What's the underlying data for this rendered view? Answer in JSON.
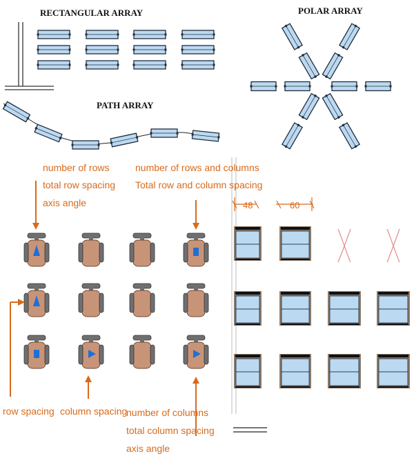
{
  "sections": {
    "rectangular": {
      "title": "RECTANGULAR ARRAY"
    },
    "polar": {
      "title": "POLAR ARRAY"
    },
    "path": {
      "title": "PATH ARRAY"
    }
  },
  "annotations": {
    "rows_block": [
      "number of rows",
      "total row spacing",
      "axis angle"
    ],
    "rows_cols_block": [
      "number of rows and columns",
      "Total row and column spacing"
    ],
    "row_spacing": "row spacing",
    "column_spacing": "column spacing",
    "columns_block": [
      "number of columns",
      "total column spacing",
      "axis angle"
    ]
  },
  "dimensions": {
    "first": "48",
    "second": "60"
  },
  "colors": {
    "annotation": "#d86a1a",
    "glass": "#bcd9f2",
    "chair_seat": "#c89478",
    "chair_grey": "#6f6f6f",
    "grip_blue": "#1f6fd6",
    "cabinet_frame": "#8a7a6a",
    "removed_mark": "#e58a8a"
  },
  "chair_markers": [
    [
      "triangle-up",
      "none",
      "none",
      "square"
    ],
    [
      "triangle-up",
      "none",
      "none",
      "none"
    ],
    [
      "square",
      "triangle-right",
      "none",
      "triangle-right"
    ]
  ],
  "cabinet_grid": [
    [
      "cabinet",
      "cabinet",
      "removed",
      "removed"
    ],
    [
      "cabinet",
      "cabinet",
      "cabinet",
      "cabinet"
    ],
    [
      "cabinet",
      "cabinet",
      "cabinet",
      "cabinet"
    ]
  ]
}
